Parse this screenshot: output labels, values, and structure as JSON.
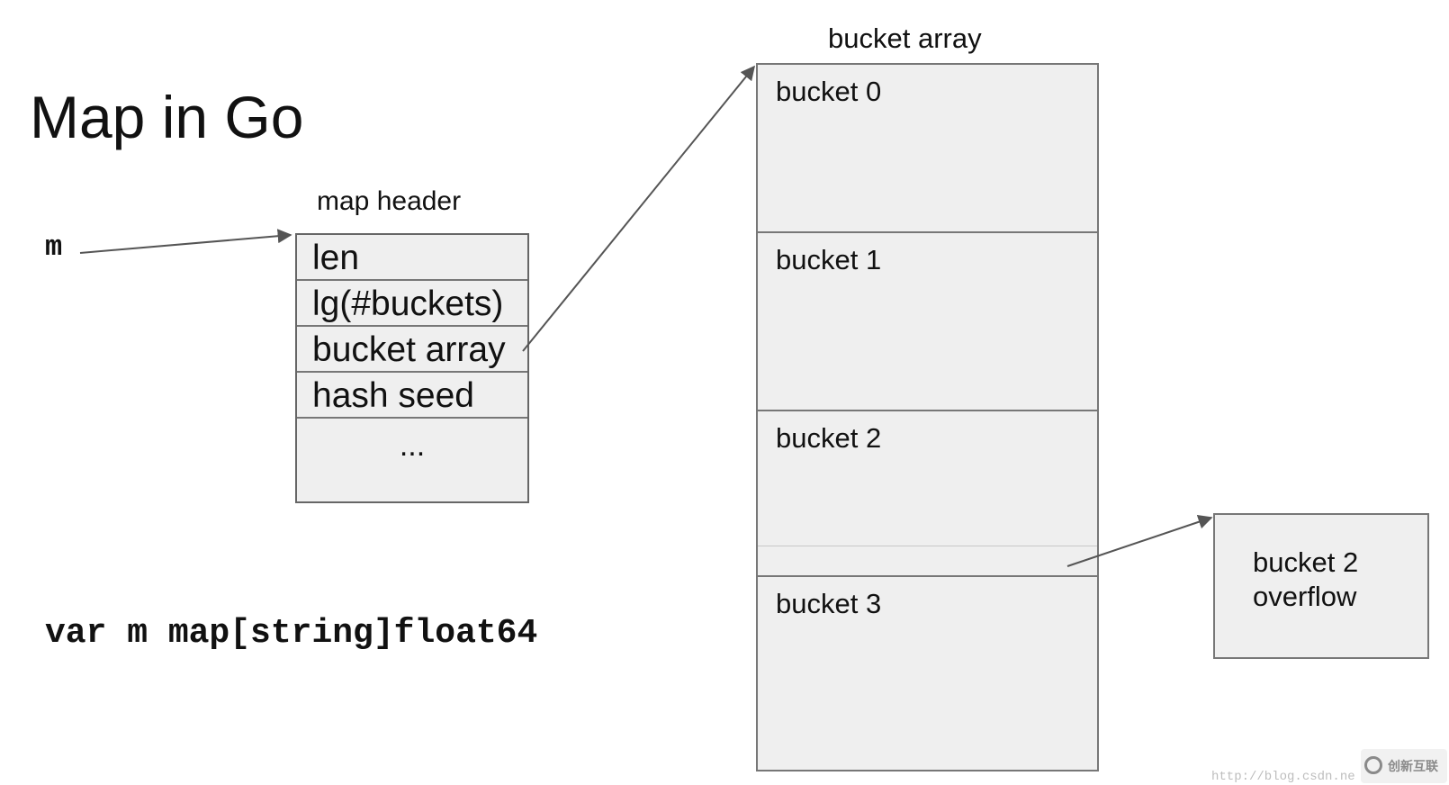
{
  "title": "Map in Go",
  "var_label": "m",
  "code": "var m map[string]float64",
  "map_header": {
    "caption": "map header",
    "fields": [
      "len",
      "lg(#buckets)",
      "bucket array",
      "hash seed",
      "..."
    ]
  },
  "bucket_array": {
    "caption": "bucket array",
    "buckets": [
      "bucket 0",
      "bucket 1",
      "bucket 2",
      "bucket 3"
    ]
  },
  "overflow": {
    "line1": "bucket 2",
    "line2": "overflow"
  },
  "watermark": {
    "text": "创新互联",
    "url": "http://blog.csdn.ne"
  }
}
